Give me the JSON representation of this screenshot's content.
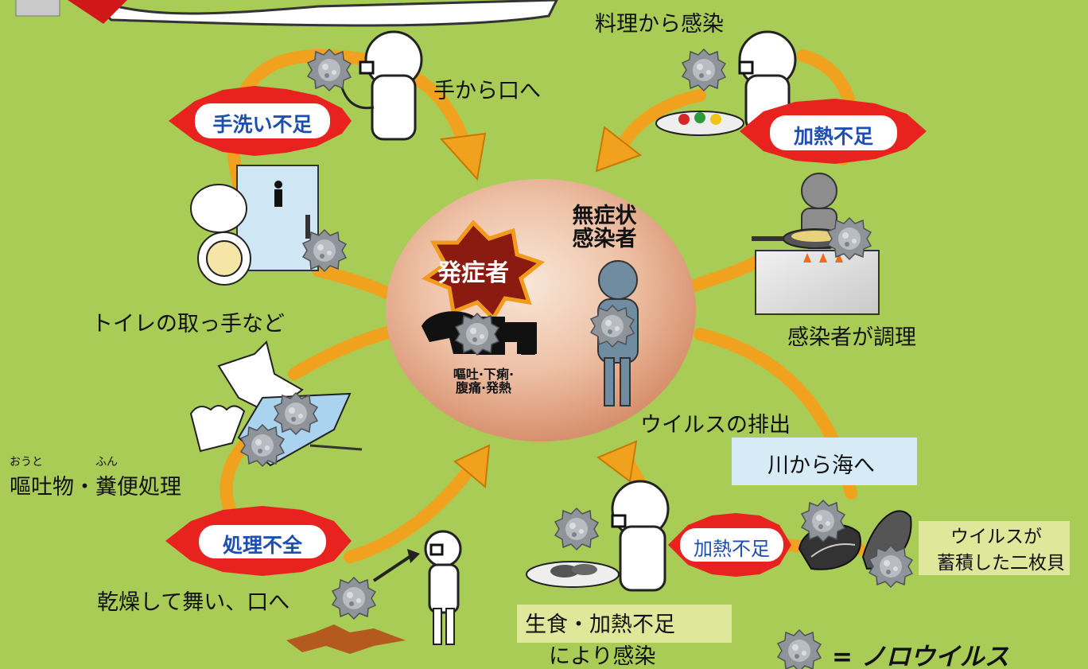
{
  "labels": {
    "hand_to_mouth": "手から口へ",
    "cooking_infection": "料理から感染",
    "toilet_handles": "トイレの取っ手など",
    "infected_cook": "感染者が調理",
    "vomit_feces_main": "嘔吐物・糞便処理",
    "ruby_outo": "おうと",
    "ruby_fun": "ふん",
    "dry_airborne": "乾燥して舞い、口へ",
    "virus_excretion": "ウイルスの排出",
    "river_to_sea": "川から海へ",
    "raw_food_line1": "生食・加熱不足",
    "raw_food_line2": "により感染",
    "bivalve_line1": "ウイルスが",
    "bivalve_line2": "蓄積した二枚貝",
    "legend_eq": "= ノロウイルス"
  },
  "badges": {
    "insufficient_handwashing": "手洗い不足",
    "insufficient_heating_top": "加熱不足",
    "incomplete_disposal": "処理不全",
    "insufficient_heating_bottom": "加熱不足",
    "symptomatic": "発症者"
  },
  "center": {
    "asymptomatic_line1": "無症状",
    "asymptomatic_line2": "感染者",
    "symptoms_line1": "嘔吐·下痢·",
    "symptoms_line2": "腹痛·発熱"
  },
  "colors": {
    "background": "#a8cc55",
    "arrow": "#f0a21e",
    "badge_red": "#e8231f",
    "badge_text": "#1d4fb0",
    "virus": "#9a9fa6"
  }
}
